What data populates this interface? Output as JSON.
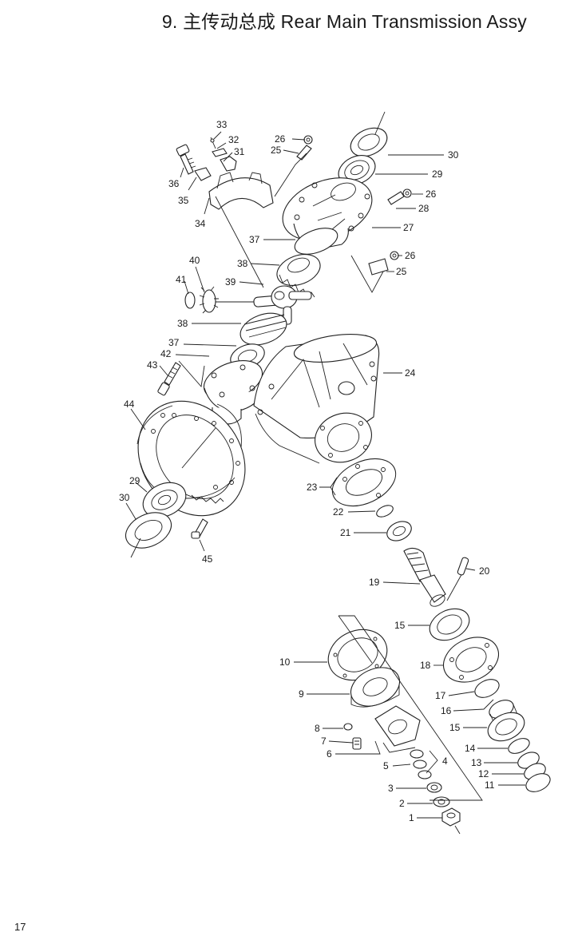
{
  "title": "9.  主传动总成  Rear Main Transmission Assy",
  "page_number": "17",
  "labels": [
    "1",
    "2",
    "3",
    "4",
    "5",
    "6",
    "7",
    "8",
    "9",
    "10",
    "11",
    "12",
    "13",
    "14",
    "15",
    "15",
    "16",
    "17",
    "18",
    "19",
    "20",
    "21",
    "22",
    "23",
    "24",
    "25",
    "25",
    "26",
    "26",
    "26",
    "27",
    "28",
    "29",
    "29",
    "30",
    "30",
    "31",
    "32",
    "33",
    "34",
    "35",
    "36",
    "37",
    "37",
    "38",
    "38",
    "39",
    "40",
    "41",
    "42",
    "43",
    "44",
    "45"
  ]
}
